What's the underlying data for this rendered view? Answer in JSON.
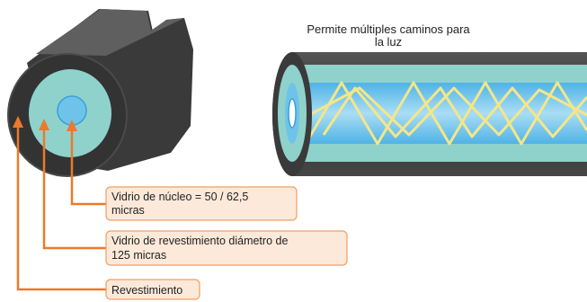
{
  "cable_side": {
    "title_line1": "Permite múltiples caminos para",
    "title_line2": "la luz"
  },
  "callouts": {
    "core_line1": "Vidrio de núcleo = 50 / 62,5",
    "core_line2": "micras",
    "cladding_line1": "Vidrio de revestimiento diámetro de",
    "cladding_line2": "125 micras",
    "jacket": "Revestimiento"
  },
  "colors": {
    "jacket": "#3b3b3b",
    "jacket_top": "#5a5a5a",
    "cladding": "#8fd2cc",
    "core": "#6fc3ea",
    "light_path": "#f3e68a",
    "callout_line": "#ec7a2a",
    "callout_fill": "#fde9d9",
    "callout_border": "#f0a060"
  }
}
